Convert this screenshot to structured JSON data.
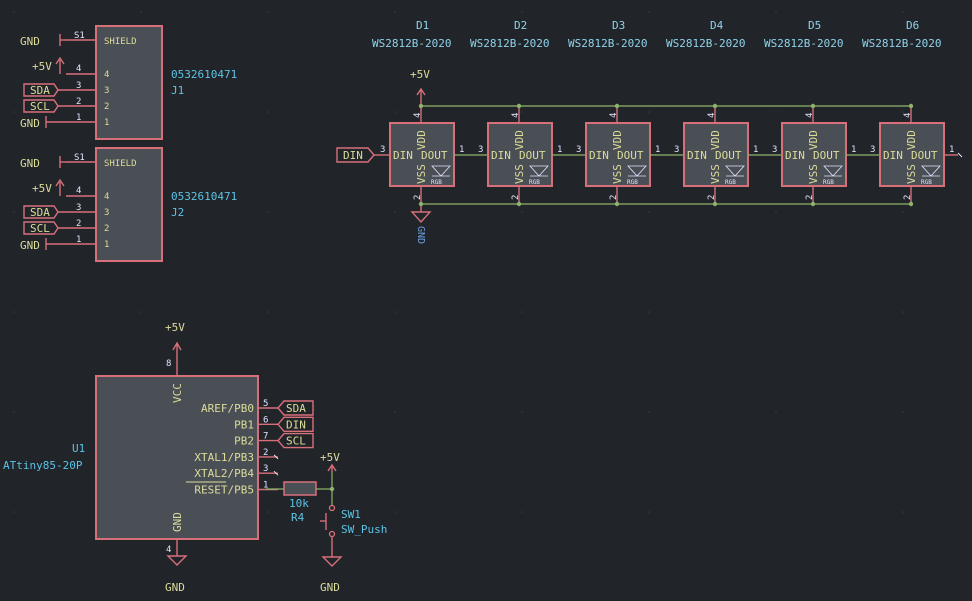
{
  "connectors": [
    {
      "ref": "J1",
      "value": "0532610471",
      "shield_label": "SHIELD",
      "pin_shield": "S1",
      "pins": [
        "4",
        "3",
        "2",
        "1"
      ],
      "nets": {
        "gnd_top": "GND",
        "vcc": "+5V",
        "sda": "SDA",
        "scl": "SCL",
        "gnd_bot": "GND"
      }
    },
    {
      "ref": "J2",
      "value": "0532610471",
      "shield_label": "SHIELD",
      "pin_shield": "S1",
      "pins": [
        "4",
        "3",
        "2",
        "1"
      ],
      "nets": {
        "gnd_top": "GND",
        "vcc": "+5V",
        "sda": "SDA",
        "scl": "SCL",
        "gnd_bot": "GND"
      }
    }
  ],
  "leds": [
    {
      "ref": "D1",
      "value": "WS2812B-2020"
    },
    {
      "ref": "D2",
      "value": "WS2812B-2020"
    },
    {
      "ref": "D3",
      "value": "WS2812B-2020"
    },
    {
      "ref": "D4",
      "value": "WS2812B-2020"
    },
    {
      "ref": "D5",
      "value": "WS2812B-2020"
    },
    {
      "ref": "D6",
      "value": "WS2812B-2020"
    }
  ],
  "led_pins": {
    "din": "DIN",
    "dout": "DOUT",
    "vdd": "VDD",
    "vss": "VSS",
    "rgb": "RGB",
    "n1": "1",
    "n2": "2",
    "n3": "3",
    "n4": "4"
  },
  "led_power_label": "+5V",
  "din_label": "DIN",
  "mcu": {
    "ref": "U1",
    "value": "ATtiny85-20P",
    "vcc": "VCC",
    "gnd": "GND",
    "pins": [
      {
        "name": "AREF/PB0",
        "num": "5",
        "net": "SDA"
      },
      {
        "name": "PB1",
        "num": "6",
        "net": "DIN"
      },
      {
        "name": "PB2",
        "num": "7",
        "net": "SCL"
      },
      {
        "name": "XTAL1/PB3",
        "num": "2",
        "net": ""
      },
      {
        "name": "XTAL2/PB4",
        "num": "3",
        "net": ""
      },
      {
        "name": "RESET/PB5",
        "num": "1",
        "net": ""
      }
    ],
    "vcc_num": "8",
    "gnd_num": "4",
    "power": "+5V",
    "ground": "GND"
  },
  "resistor": {
    "ref": "R4",
    "value": "10k"
  },
  "switch": {
    "ref": "SW1",
    "value": "SW_Push",
    "power": "+5V",
    "ground": "GND"
  }
}
